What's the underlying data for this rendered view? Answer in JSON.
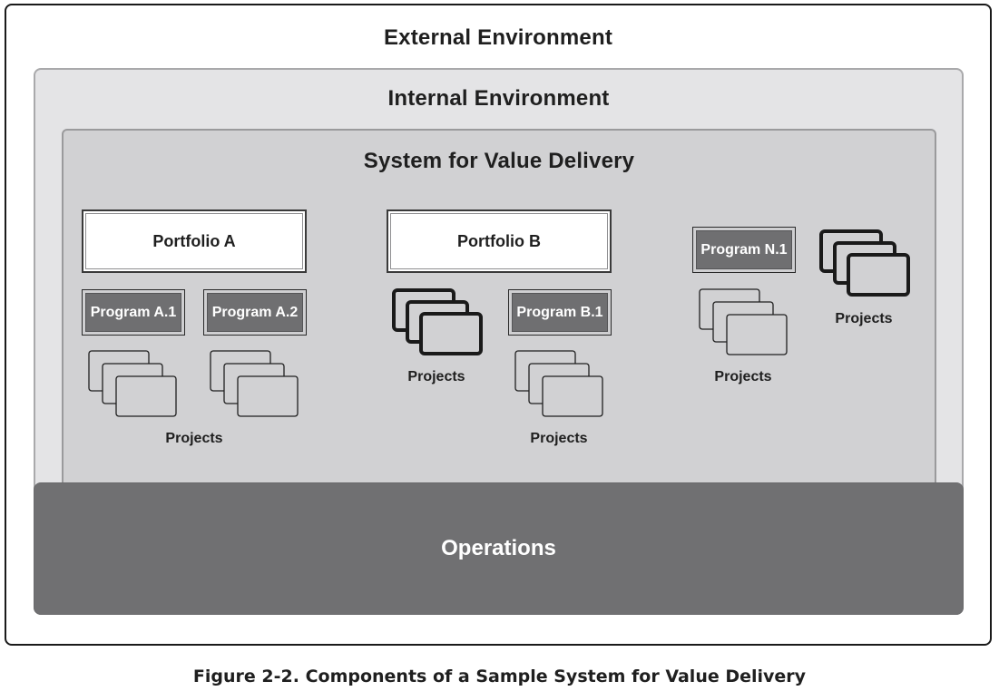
{
  "diagram": {
    "external_title": "External Environment",
    "internal_title": "Internal Environment",
    "system_title": "System for Value Delivery",
    "operations_label": "Operations",
    "portfolios": [
      {
        "label": "Portfolio A"
      },
      {
        "label": "Portfolio B"
      }
    ],
    "programs": [
      {
        "label": "Program A.1"
      },
      {
        "label": "Program A.2"
      },
      {
        "label": "Program B.1"
      },
      {
        "label": "Program N.1"
      }
    ],
    "projects_label": "Projects",
    "colors": {
      "operations_fill": "#707072",
      "program_fill": "#6f6f71",
      "system_fill": "#d1d1d3",
      "internal_fill": "#e4e4e6"
    }
  },
  "caption": "Figure 2-2. Components of a Sample System for Value Delivery"
}
